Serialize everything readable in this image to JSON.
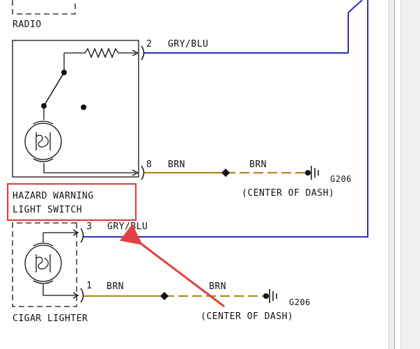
{
  "labels": {
    "radio": "RADIO",
    "hazard_line1": "HAZARD WARNING",
    "hazard_line2": "LIGHT SWITCH",
    "cigar": "CIGAR LIGHTER",
    "pin2": "2",
    "pin8": "8",
    "pin3": "3",
    "pin1": "1",
    "gry_blu_top": "GRY/BLU",
    "gry_blu_mid": "GRY/BLU",
    "brn_8_a": "BRN",
    "brn_8_b": "BRN",
    "brn_1_a": "BRN",
    "brn_1_b": "BRN",
    "g206_top": "G206",
    "g206_bottom": "G206",
    "center_dash_top": "(CENTER OF DASH)",
    "center_dash_bottom": "(CENTER OF DASH)"
  },
  "colors": {
    "wire_blue": "#2d2db4",
    "wire_brown": "#b08a1e",
    "ink": "#111111",
    "highlight_red": "#e04040"
  }
}
